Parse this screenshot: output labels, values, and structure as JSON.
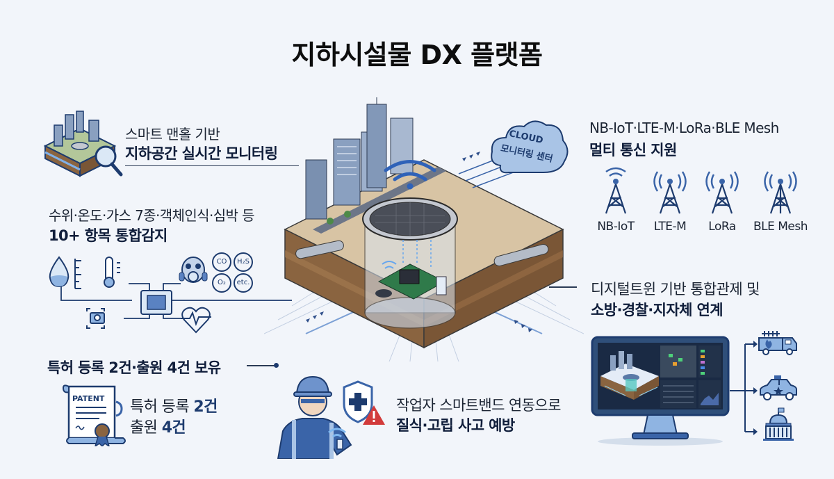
{
  "title": "지하시설물 DX 플랫폼",
  "colors": {
    "background": "#f2f5fa",
    "navy": "#1d3b6e",
    "icon_blue": "#3a64a8",
    "light_blue": "#a9c4e6",
    "soil_brown": "#8a6440",
    "sand": "#d8c4a4",
    "alert_red": "#d23b3b"
  },
  "features": {
    "monitoring": {
      "line1": "스마트 맨홀 기반",
      "line2": "지하공간 실시간 모니터링",
      "icon": "isometric-city-magnifier-icon"
    },
    "sensing": {
      "line1": "수위·온도·가스 7종·객체인식·심박 등",
      "line2": "10+ 항목 통합감지",
      "gas_badges": [
        "CO",
        "H₂S",
        "O₂",
        "etc."
      ],
      "icons": [
        "water-level-icon",
        "thermometer-icon",
        "gas-mask-icon",
        "camera-icon",
        "heartbeat-icon",
        "chip-icon"
      ]
    },
    "patent": {
      "headline": "특허 등록 2건·출원 4건 보유",
      "doc_label": "PATENT",
      "line1_prefix": "특허 등록 ",
      "line1_value": "2건",
      "line2_prefix": "출원 ",
      "line2_value": "4건"
    },
    "communication": {
      "line1": "NB-IoT·LTE-M·LoRa·BLE Mesh",
      "line2": "멀티 통신 지원",
      "towers": [
        {
          "label": "NB-IoT"
        },
        {
          "label": "LTE-M"
        },
        {
          "label": "LoRa"
        },
        {
          "label": "BLE Mesh"
        }
      ]
    },
    "digital_twin": {
      "line1": "디지털트윈 기반 통합관제 및",
      "line2": "소방·경찰·지자체 연계",
      "agencies": [
        "fire-truck-icon",
        "police-car-icon",
        "government-building-icon"
      ]
    },
    "worker_safety": {
      "line1": "작업자 스마트밴드 연동으로",
      "line2": "질식·고립 사고 예방"
    }
  },
  "cloud": {
    "line1": "CLOUD",
    "line2": "모니터링 센터"
  }
}
